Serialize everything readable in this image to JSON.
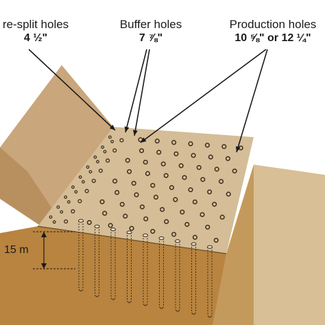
{
  "labels": {
    "presplit": {
      "title": "re-split holes",
      "size": "4 ½\""
    },
    "buffer": {
      "title": "Buffer holes",
      "size": "7 ⅞\""
    },
    "production": {
      "title": "Production holes",
      "size": "10 ⅝\" or 12 ¼\""
    },
    "depth": "15 m"
  },
  "colors": {
    "bench_top": "#d4bd97",
    "bench_face": "#b8843f",
    "slope": "#c9a67c",
    "lower_bench": "#d8bf96",
    "ground": "#9a6a2e",
    "hole": "#3a2a18",
    "leader": "#1a1a1a"
  }
}
